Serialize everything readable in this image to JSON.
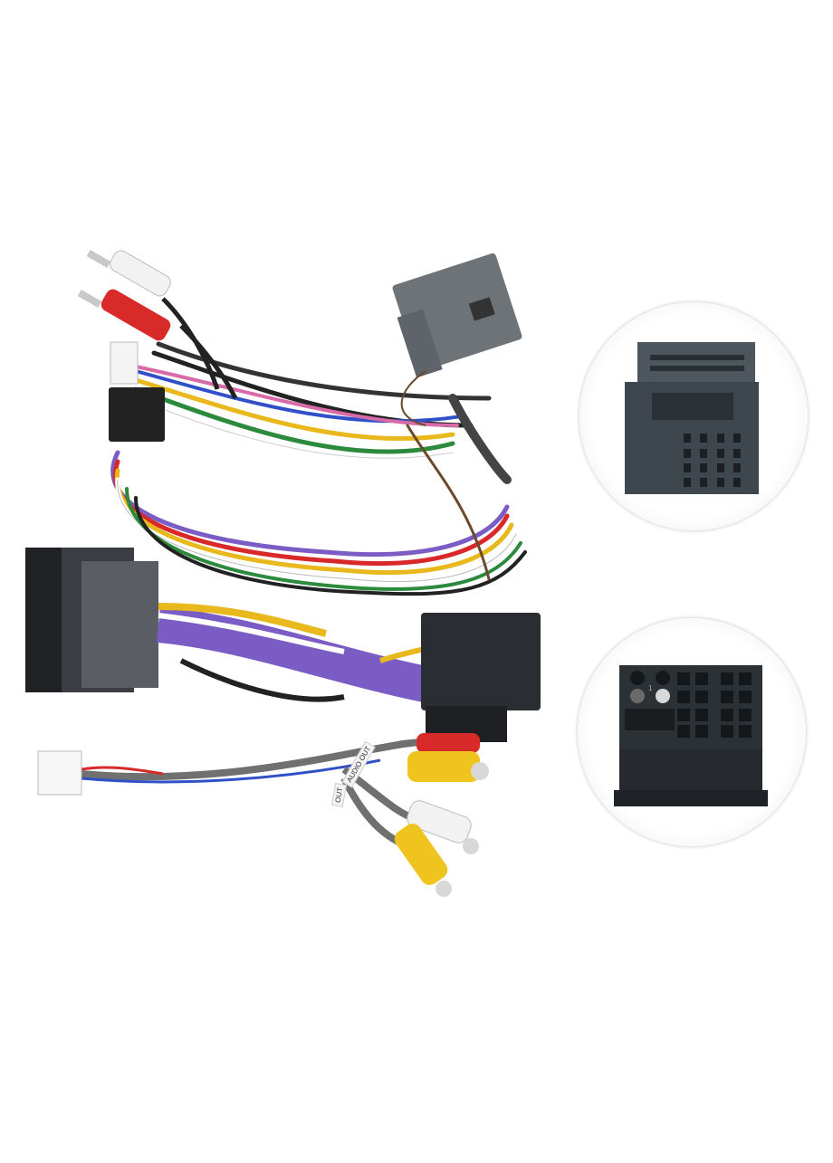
{
  "image": {
    "subject": "Car stereo wiring harness adapter with connectors",
    "background_color": "#ffffff"
  },
  "components": {
    "rca_audio_out": {
      "plugs": [
        "white",
        "red"
      ]
    },
    "rca_video": {
      "plugs": [
        "red",
        "yellow",
        "white",
        "yellow"
      ]
    },
    "grey_connector_top": {
      "color": "#6e7378"
    },
    "main_connector_left": {
      "color": "#4a4d52"
    },
    "quadlock_connector": {
      "color": "#2a2d31"
    },
    "wire_colors": [
      "#7b5cc4",
      "#e8b81c",
      "#d8282a",
      "#2c8a3c",
      "#3050c8",
      "#ffffff",
      "#222222",
      "#6a4a2a",
      "#d86aa8",
      "#909090"
    ],
    "labels": {
      "tag_1": "AUDIO OUT",
      "tag_2": "OUT"
    }
  },
  "insets": {
    "top": {
      "description": "Close-up of multi-pin grey connector face"
    },
    "bottom": {
      "description": "Close-up of quadlock connector face",
      "pin_label": "1"
    }
  }
}
